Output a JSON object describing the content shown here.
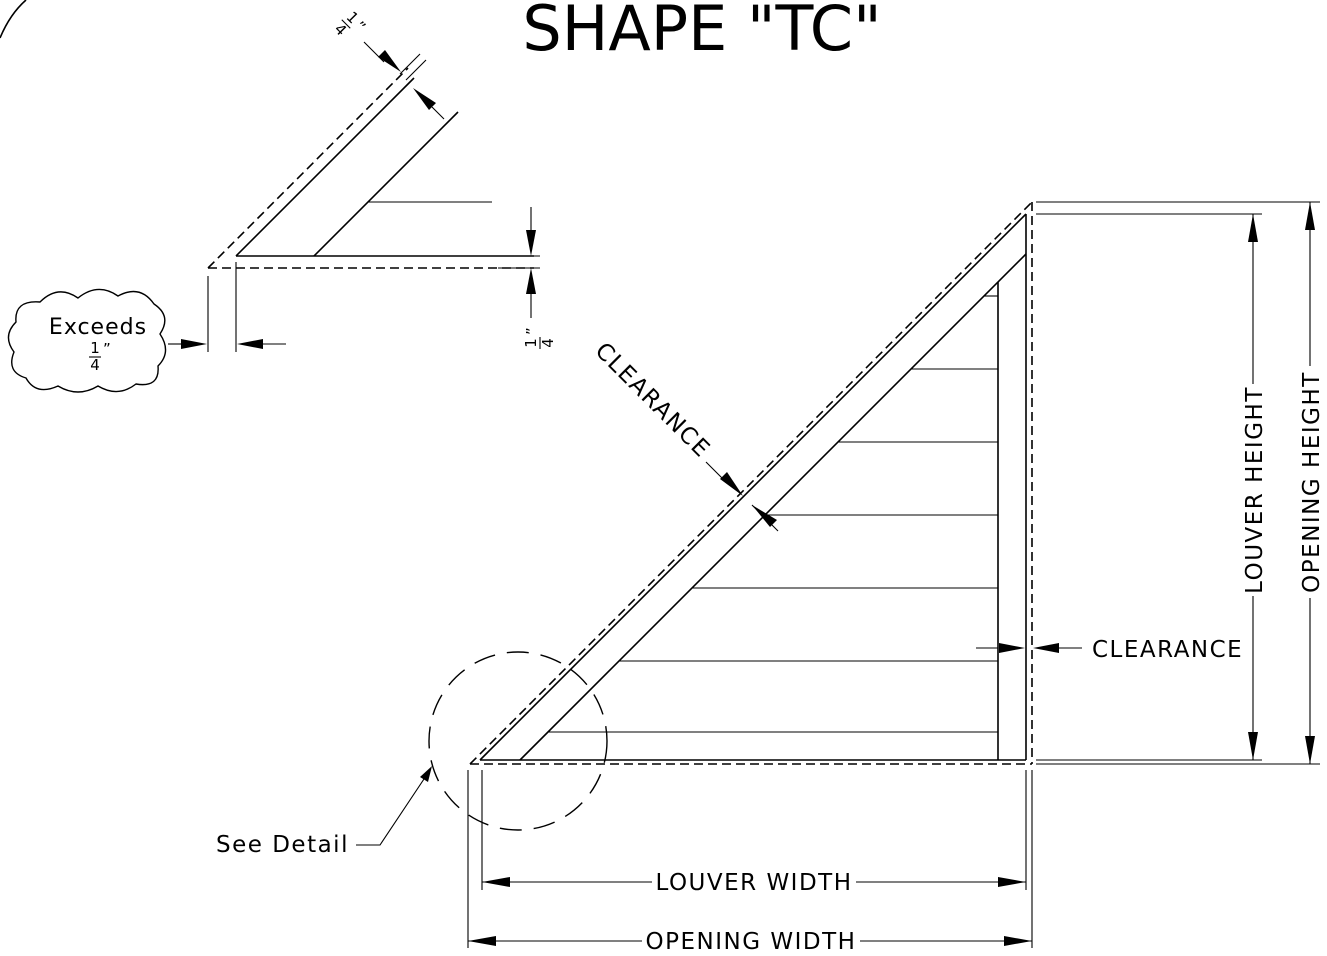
{
  "title": "SHAPE \"TC\"",
  "labels": {
    "louver_width": "LOUVER WIDTH",
    "opening_width": "OPENING WIDTH",
    "louver_height": "LOUVER HEIGHT",
    "opening_height": "OPENING HEIGHT",
    "clearance_right": "CLEARANCE",
    "clearance_diagonal": "CLEARANCE",
    "see_detail": "See Detail",
    "exceeds": "Exceeds"
  },
  "fractions": {
    "numerator": "1",
    "denominator": "4",
    "inch_mark": "”"
  }
}
